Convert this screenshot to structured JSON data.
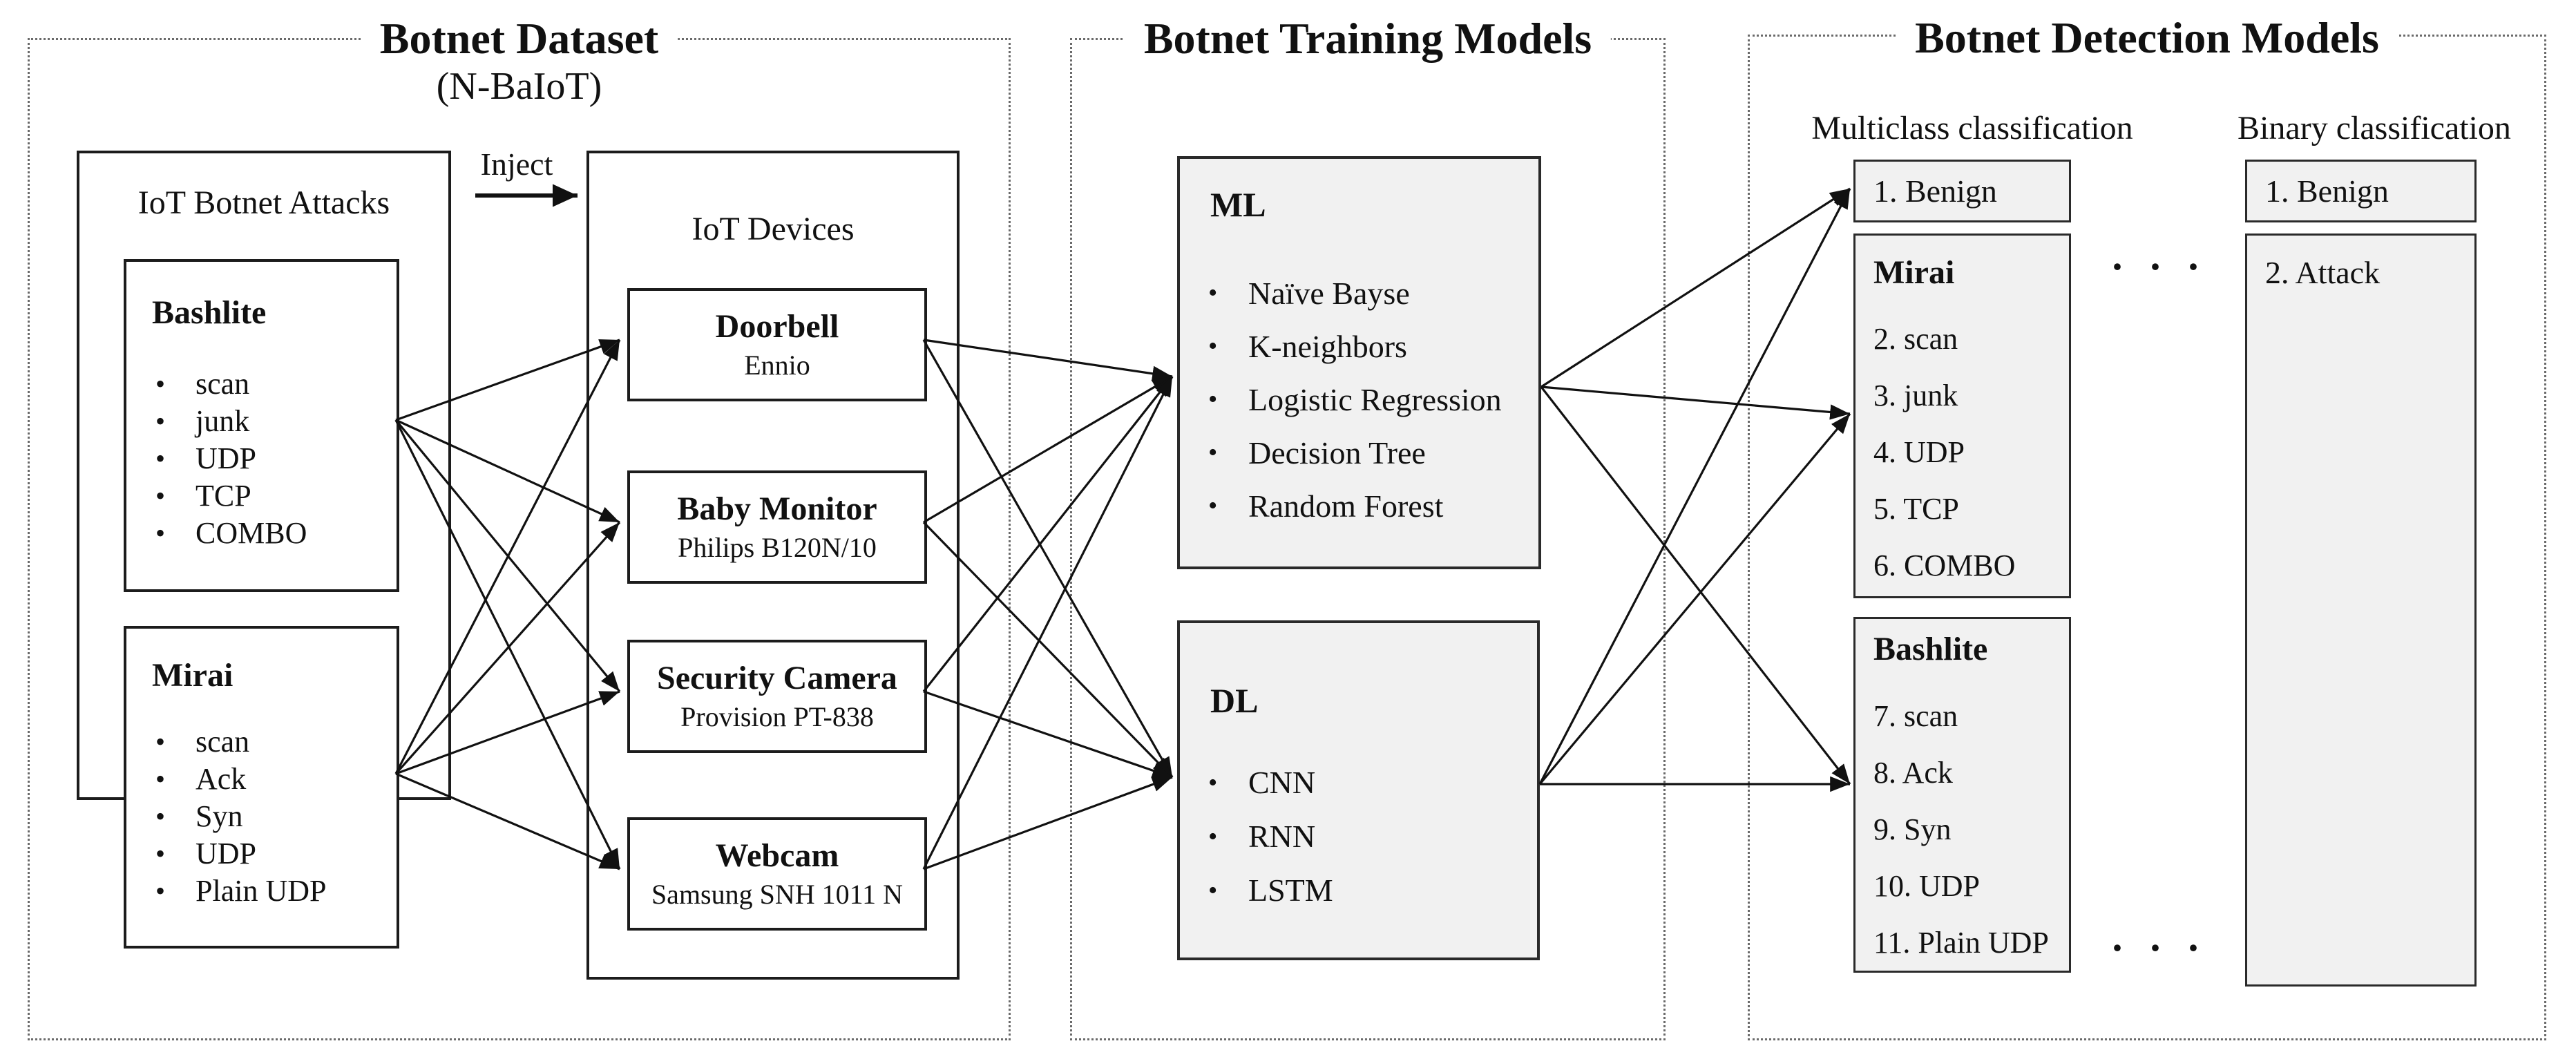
{
  "sections": {
    "dataset": {
      "title": "Botnet Dataset",
      "subtitle": "(N-BaIoT)"
    },
    "training": {
      "title": "Botnet Training Models"
    },
    "detection": {
      "title": "Botnet Detection Models",
      "multiclass_label": "Multiclass classification",
      "binary_label": "Binary classification"
    }
  },
  "inject_label": "Inject",
  "attacks": {
    "title": "IoT Botnet Attacks",
    "bashlite": {
      "name": "Bashlite",
      "items": [
        "scan",
        "junk",
        "UDP",
        "TCP",
        "COMBO"
      ]
    },
    "mirai": {
      "name": "Mirai",
      "items": [
        "scan",
        "Ack",
        "Syn",
        "UDP",
        "Plain UDP"
      ]
    }
  },
  "devices": {
    "title": "IoT Devices",
    "list": [
      {
        "name": "Doorbell",
        "model": "Ennio"
      },
      {
        "name": "Baby Monitor",
        "model": "Philips B120N/10"
      },
      {
        "name": "Security Camera",
        "model": "Provision PT-838"
      },
      {
        "name": "Webcam",
        "model": "Samsung SNH 1011 N"
      }
    ]
  },
  "training_models": {
    "ml": {
      "title": "ML",
      "items": [
        "Naïve Bayse",
        "K-neighbors",
        "Logistic Regression",
        "Decision Tree",
        "Random Forest"
      ]
    },
    "dl": {
      "title": "DL",
      "items": [
        "CNN",
        "RNN",
        "LSTM"
      ]
    }
  },
  "detection_models": {
    "multiclass": {
      "benign": "1. Benign",
      "mirai": {
        "name": "Mirai",
        "items": [
          "2. scan",
          "3. junk",
          "4. UDP",
          "5. TCP",
          "6. COMBO"
        ]
      },
      "bashlite": {
        "name": "Bashlite",
        "items": [
          "7. scan",
          "8. Ack",
          "9. Syn",
          "10. UDP",
          "11. Plain UDP"
        ]
      }
    },
    "binary": {
      "benign": "1. Benign",
      "attack": "2. Attack"
    },
    "ellipsis": "· · ·"
  },
  "colors": {
    "box_fill_gray": "#f1f1f1",
    "line": "#111111",
    "dashed_border": "#6a6a6a"
  }
}
